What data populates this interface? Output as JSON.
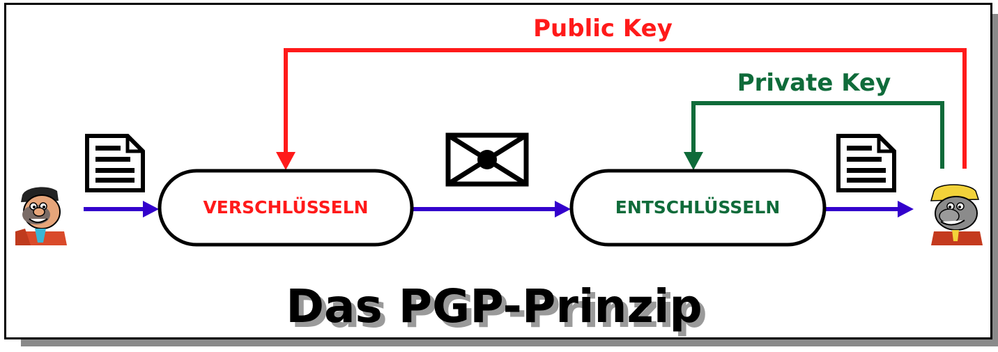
{
  "labels": {
    "public_key": "Public Key",
    "private_key": "Private Key",
    "encrypt": "VERSCHLÜSSELN",
    "decrypt": "ENTSCHLÜSSELN",
    "title": "Das PGP-Prinzip"
  },
  "colors": {
    "public_key": "#ff1a1a",
    "private_key": "#0f6b3a",
    "flow_arrow": "#3300cc",
    "outline": "#000000"
  },
  "icons": {
    "sender": "sender-avatar-icon",
    "receiver": "receiver-avatar-icon",
    "plain_document_in": "document-icon",
    "encrypted_envelope": "envelope-icon",
    "plain_document_out": "document-icon"
  }
}
